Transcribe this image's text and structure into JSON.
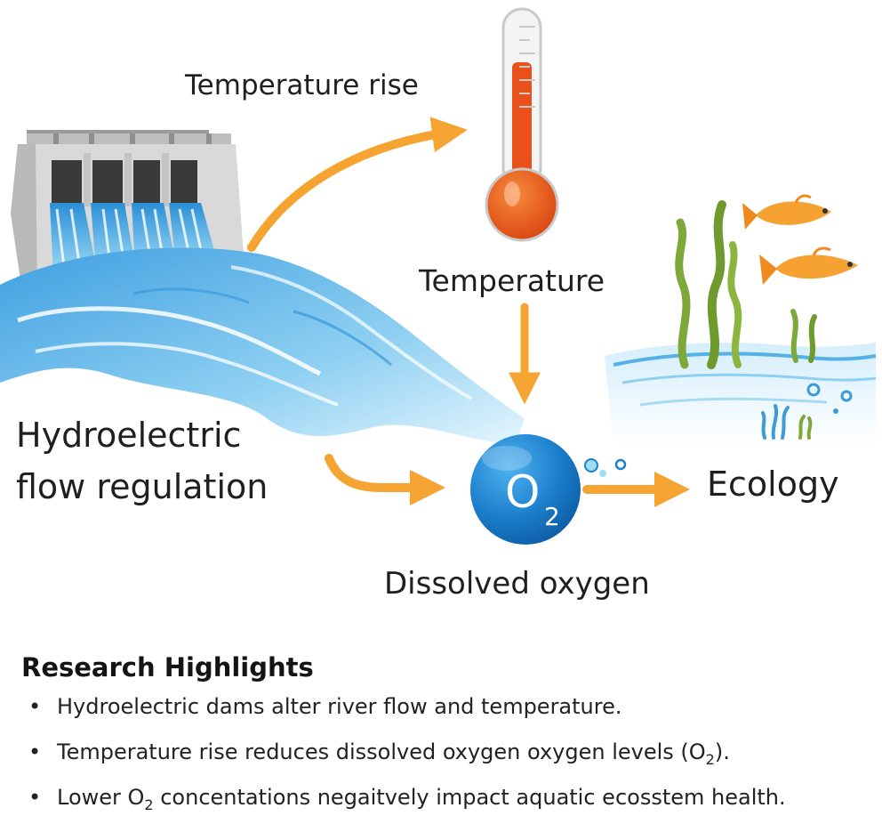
{
  "labels": {
    "temperature_rise": "Temperature rise",
    "temperature": "Temperature",
    "hydro_line1": "Hydroelectric",
    "hydro_line2": "flow regulation",
    "ecology": "Ecology",
    "dissolved_oxygen": "Dissolved oxygen",
    "o2_symbol": "O",
    "o2_subscript": "2"
  },
  "highlights": {
    "title": "Research Highlights",
    "bullet": "•",
    "items": [
      {
        "pre": "Hydroelectric dams alter river flow and temperature.",
        "sub": "",
        "post": ""
      },
      {
        "pre": "Temperature rise reduces dissolved oxygen oxygen levels (O",
        "sub": "2",
        "post": ")."
      },
      {
        "pre": "Lower O",
        "sub": "2",
        "post": " concentations negaitvely impact aquatic ecosstem health."
      }
    ]
  },
  "colors": {
    "arrow": "#f5a431",
    "water_light": "#a8dcf5",
    "water_mid": "#55b2e6",
    "water_dark": "#2a8fd4",
    "thermometer_fill": "#e8521a",
    "o2_circle": "#1c7fcc",
    "fish": "#f5a233",
    "seaweed": "#7fa83a",
    "dam_concrete": "#d9d9d9"
  },
  "icons": [
    "dam-icon",
    "waterfall-icon",
    "river-icon",
    "thermometer-icon",
    "oxygen-molecule-icon",
    "fish-icon",
    "seaweed-icon",
    "bubble-icon",
    "arrow-icon"
  ]
}
